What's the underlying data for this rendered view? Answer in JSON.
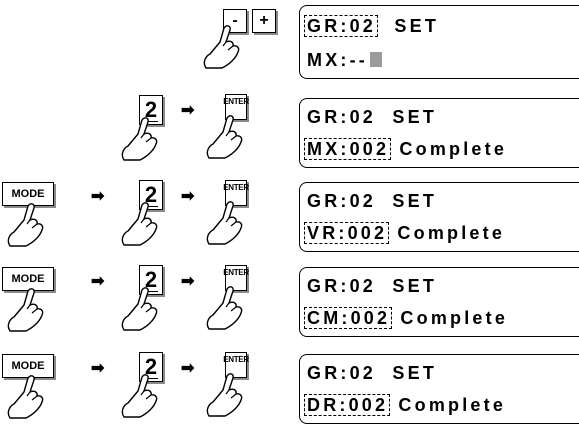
{
  "keys": {
    "minus": "-",
    "plus": "+",
    "two": "2",
    "enter": "ENTER",
    "mode": "MODE"
  },
  "arrow_glyph": "➡",
  "steps": [
    {
      "line1_seg": "GR:02",
      "line1_rest": "  SET",
      "line2_seg": "",
      "line2_rest": "MX:--",
      "cursor": true
    },
    {
      "line1_seg": "",
      "line1_rest": "GR:02  SET",
      "line2_seg": "MX:002",
      "line2_rest": " Complete",
      "cursor": false
    },
    {
      "line1_seg": "",
      "line1_rest": "GR:02  SET",
      "line2_seg": "VR:002",
      "line2_rest": " Complete",
      "cursor": false
    },
    {
      "line1_seg": "",
      "line1_rest": "GR:02  SET",
      "line2_seg": "CM:002",
      "line2_rest": " Complete",
      "cursor": false
    },
    {
      "line1_seg": "",
      "line1_rest": "GR:02  SET",
      "line2_seg": "DR:002",
      "line2_rest": " Complete",
      "cursor": false
    }
  ]
}
